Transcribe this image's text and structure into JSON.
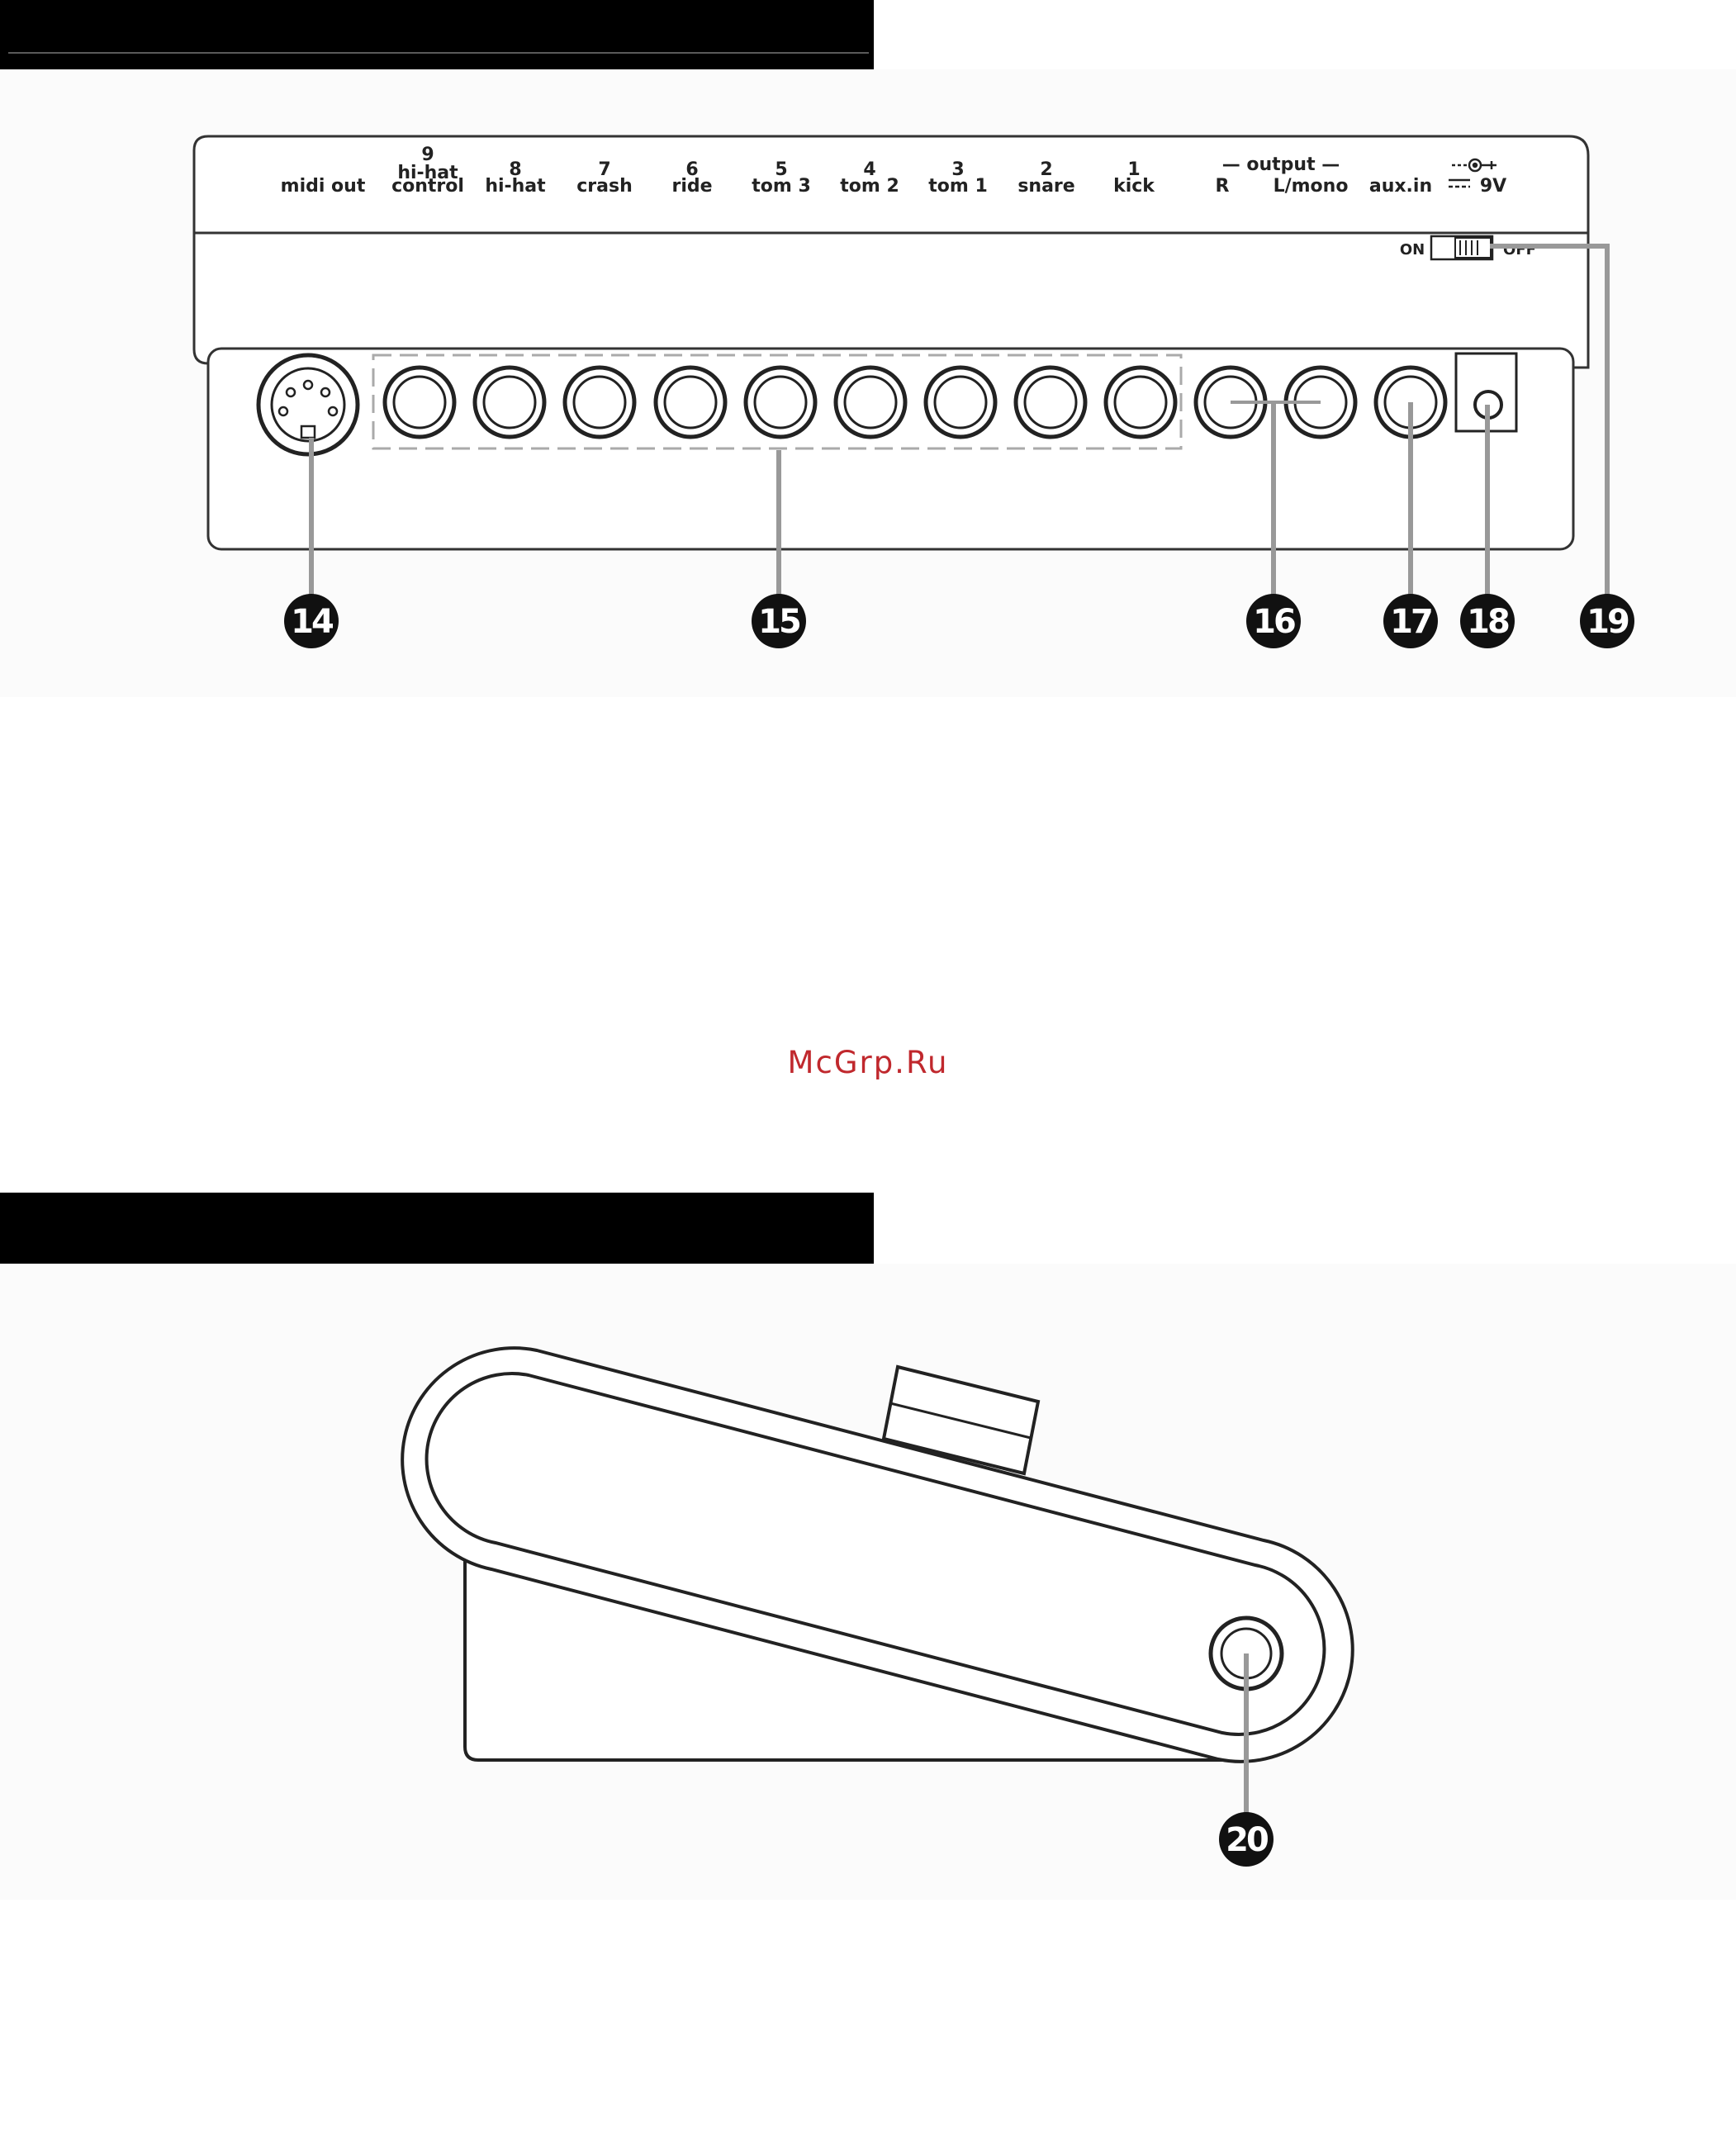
{
  "header_bars": [
    "",
    ""
  ],
  "rear_panel": {
    "labels": {
      "midi_out": "midi out",
      "ch9_num": "9",
      "ch9_line1": "hi-hat",
      "ch9_line2": "control",
      "ch8_num": "8",
      "ch8_name": "hi-hat",
      "ch7_num": "7",
      "ch7_name": "crash",
      "ch6_num": "6",
      "ch6_name": "ride",
      "ch5_num": "5",
      "ch5_name": "tom 3",
      "ch4_num": "4",
      "ch4_name": "tom 2",
      "ch3_num": "3",
      "ch3_name": "tom 1",
      "ch2_num": "2",
      "ch2_name": "snare",
      "ch1_num": "1",
      "ch1_name": "kick",
      "output_header": "— output —",
      "output_r": "R",
      "output_l": "L/mono",
      "aux_in": "aux.in",
      "power": "9V",
      "switch_on": "ON",
      "switch_off": "OFF"
    },
    "callouts": [
      "14",
      "15",
      "16",
      "17",
      "18",
      "19"
    ]
  },
  "side_view": {
    "callouts": [
      "20"
    ]
  },
  "watermark": "McGrp.Ru"
}
